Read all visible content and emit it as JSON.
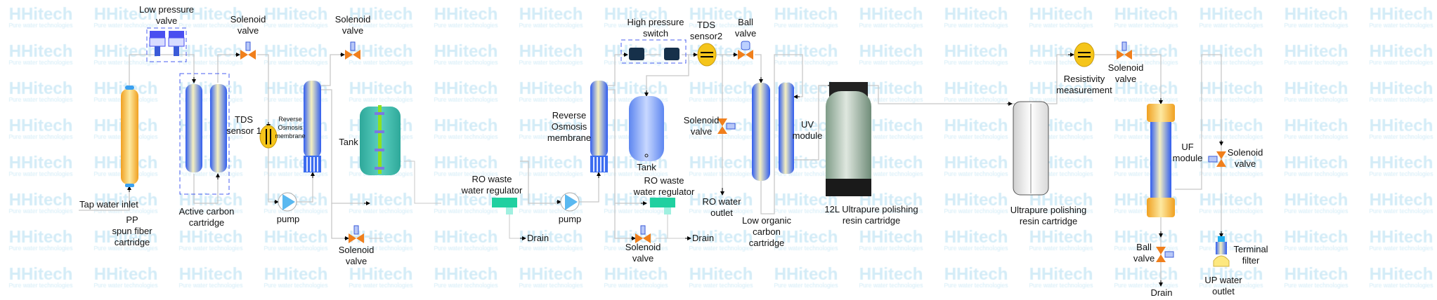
{
  "watermark": {
    "brand": "HHitech",
    "tagline": "Pure water technologies"
  },
  "labels": {
    "low_pressure_valve": [
      "Low pressure",
      "valve"
    ],
    "solenoid_valve_1": [
      "Solenoid",
      "valve"
    ],
    "tap_water_inlet": "Tap water inlet",
    "pp_cartridge": [
      "PP",
      "spun fiber",
      "cartridge"
    ],
    "active_carbon": [
      "Active carbon",
      "cartridge"
    ],
    "tds_sensor_1": [
      "TDS",
      "sensor 1"
    ],
    "ro_membrane_small": [
      "Reverse",
      "Osmosis",
      "membrane"
    ],
    "pump_1": "pump",
    "solenoid_valve_2": [
      "Solenoid",
      "valve"
    ],
    "tank_1": "Tank",
    "ro_waste_regulator_1": [
      "RO waste",
      "water regulator"
    ],
    "solenoid_valve_3": [
      "Solenoid",
      "valve"
    ],
    "drain_1": "Drain",
    "ro_membrane_2": [
      "Reverse",
      "Osmosis",
      "membrane"
    ],
    "pump_2": "pump",
    "high_pressure_switch": [
      "High pressure",
      "switch"
    ],
    "tds_sensor_2": [
      "TDS",
      "sensor2"
    ],
    "ball_valve_1": [
      "Ball",
      "valve"
    ],
    "tank_2": "Tank",
    "ro_waste_regulator_2": [
      "RO waste",
      "water regulator"
    ],
    "solenoid_valve_4": [
      "Solenoid",
      "valve"
    ],
    "drain_2": "Drain",
    "solenoid_valve_5": [
      "Solenoid",
      "valve"
    ],
    "ro_water_outlet": [
      "RO water",
      "outlet"
    ],
    "low_organic_carbon": [
      "Low organic",
      "carbon",
      "cartridge"
    ],
    "uv_module": [
      "UV",
      "module"
    ],
    "resin_12l": [
      "12L Ultrapure polishing",
      "resin cartridge"
    ],
    "ultrapure_resin": [
      "Ultrapure polishing",
      "resin cartridge"
    ],
    "resistivity": [
      "Resistivity",
      "measurement"
    ],
    "solenoid_valve_6": [
      "Solenoid",
      "valve"
    ],
    "uf_module": [
      "UF",
      "module"
    ],
    "solenoid_valve_7": [
      "Solenoid",
      "valve"
    ],
    "ball_valve_2": [
      "Ball",
      "valve"
    ],
    "drain_3": "Drain",
    "terminal_filter": [
      "Terminal",
      "filter"
    ],
    "up_water_outlet": [
      "UP water",
      "outlet"
    ]
  },
  "colors": {
    "valve": "#f07f1c",
    "sensor": "#f5c51a",
    "pipe": "#c8c8c8",
    "cartridge_blue": "#3b6cf0",
    "pp_orange": "#f0a830",
    "tank_green": "#3fb5a8",
    "watermark": "#d3ecf7"
  }
}
